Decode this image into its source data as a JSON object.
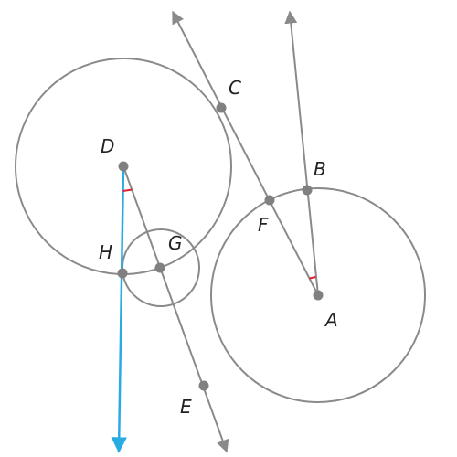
{
  "diagram": {
    "points": {
      "A": "A",
      "B": "B",
      "C": "C",
      "D": "D",
      "E": "E",
      "F": "F",
      "G": "G",
      "H": "H"
    },
    "colors": {
      "construction": "#8a8a8a",
      "highlight_ray": "#29abe2",
      "angle_mark": "#e0202e",
      "point": "#808080"
    }
  }
}
